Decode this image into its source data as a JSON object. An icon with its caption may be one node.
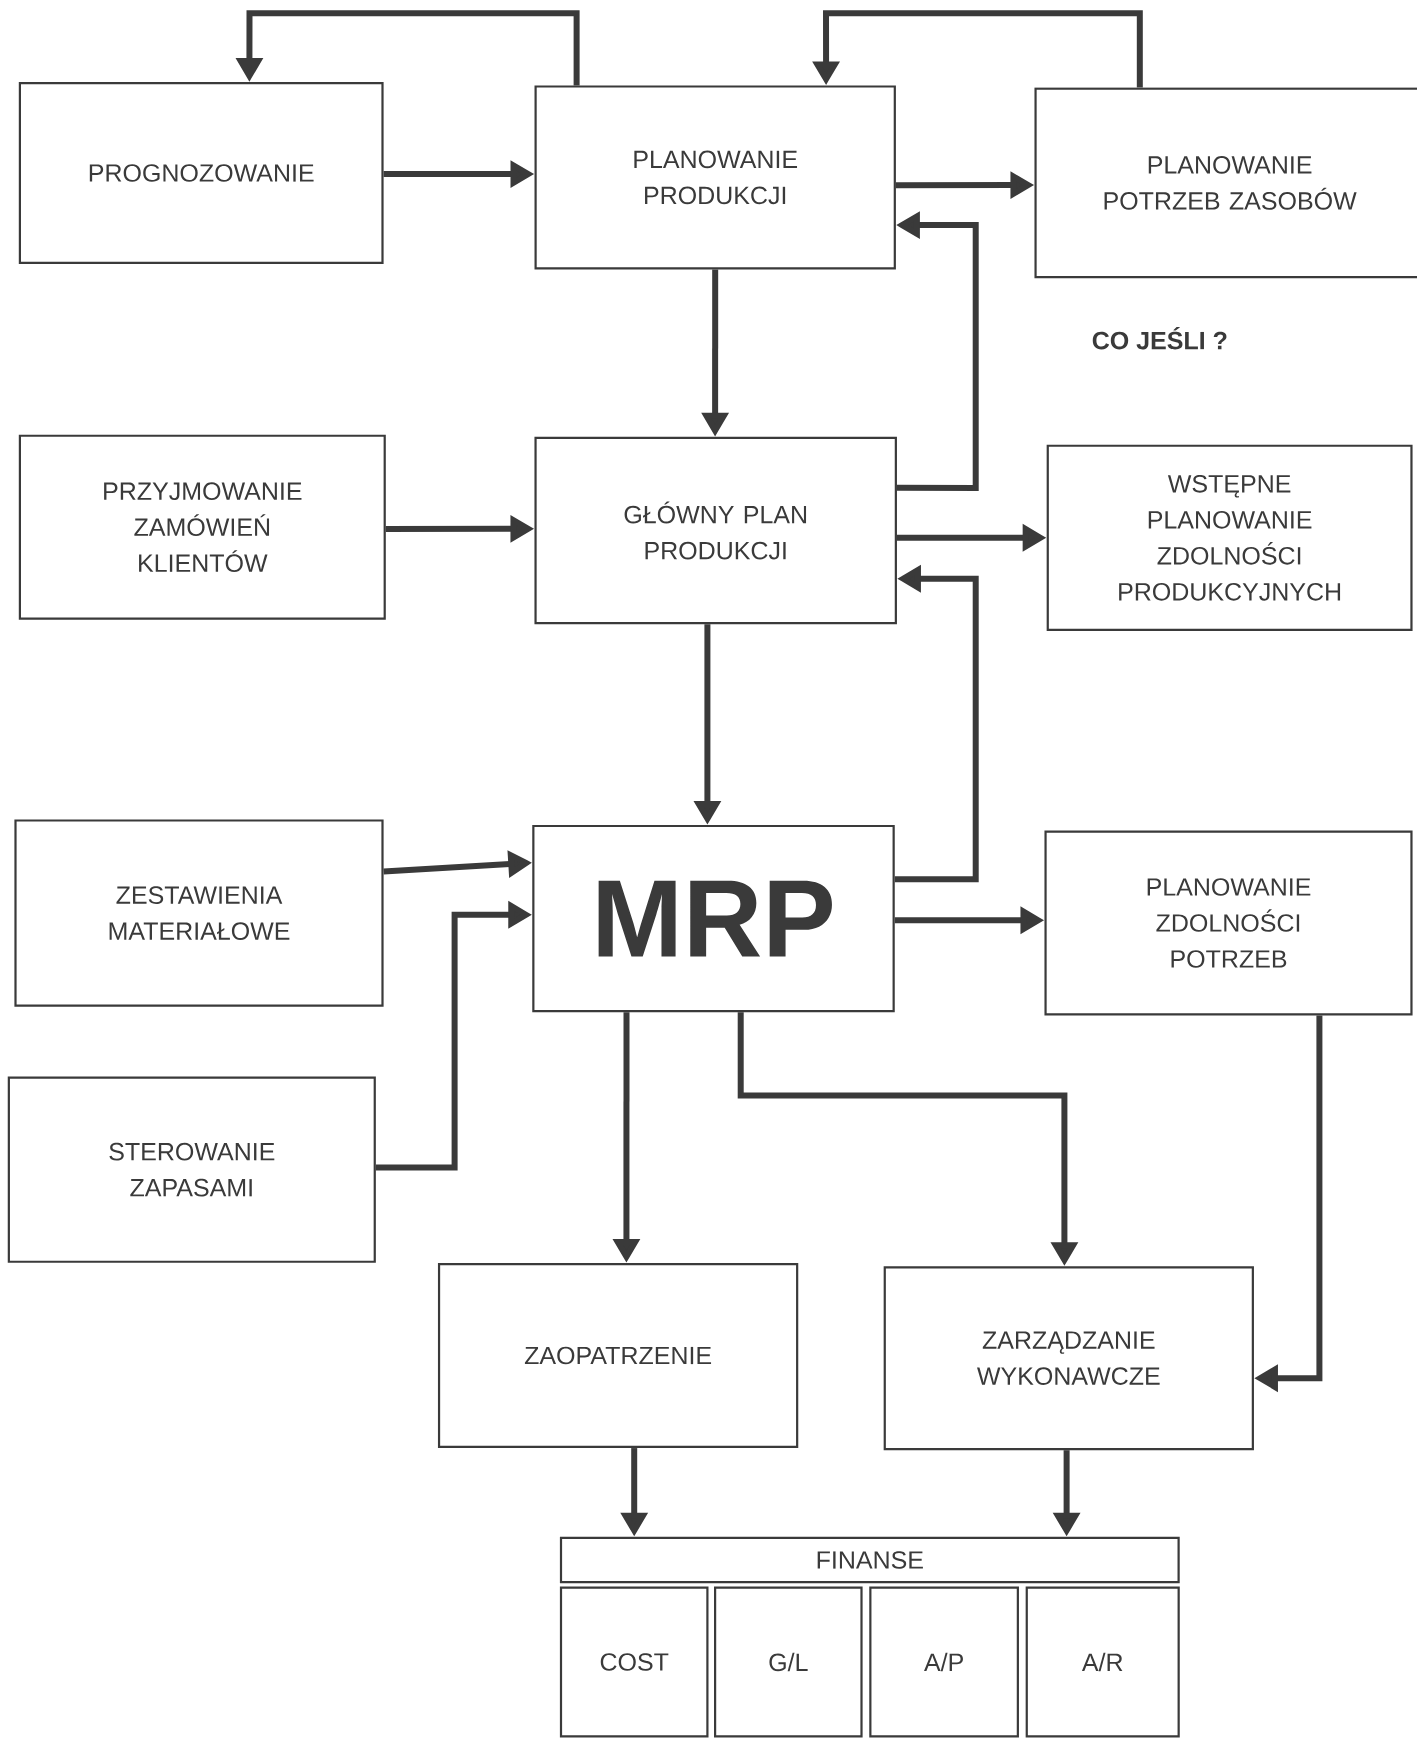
{
  "diagram": {
    "nodes": [
      {
        "text": [
          "PROGNOZOWANIE"
        ]
      },
      {
        "text": [
          "PLANOWANIE PRODUKCJI"
        ]
      },
      {
        "text": [
          "PLANOWANIE POTRZEB ZASOBÓW"
        ]
      },
      {
        "text": [
          "PRZYJMOWANIE ZAMÓWIEŃ KLIENTÓW"
        ]
      },
      {
        "text": [
          "GŁÓWNY PLAN PRODUKCJI"
        ]
      },
      {
        "text": [
          "WSTĘPNE PLANOWANIE ZDOLNOŚCI PRODUKCYJNYCH"
        ]
      },
      {
        "text": [
          "ZESTAWIENIA MATERIAŁOWE"
        ]
      },
      {
        "text": [
          "MRP"
        ]
      },
      {
        "text": [
          "PLANOWANIE ZDOLNOŚCI POTRZEB"
        ]
      },
      {
        "text": [
          "STEROWANIE ZAPASAMI"
        ]
      },
      {
        "text": [
          "ZAOPATRZENIE"
        ]
      },
      {
        "text": [
          "ZARZĄDZANIE WYKONAWCZE"
        ]
      },
      {
        "text": [
          "FINANSE"
        ]
      },
      {
        "text": [
          "COST"
        ]
      },
      {
        "text": [
          "G/L"
        ]
      },
      {
        "text": [
          "A/P"
        ]
      },
      {
        "text": [
          "A/R"
        ]
      }
    ],
    "edges": [
      {
        "from": 1,
        "to": 0,
        "arrow": "to"
      },
      {
        "from": 2,
        "to": 1,
        "arrow": "to"
      },
      {
        "from": 0,
        "to": 1,
        "arrow": "to"
      },
      {
        "from": 1,
        "to": 2,
        "arrow": "to"
      },
      {
        "from": 1,
        "to": 4,
        "arrow": "to"
      },
      {
        "from": 4,
        "to": 1,
        "arrow": "to"
      },
      {
        "from": 3,
        "to": 4,
        "arrow": "to"
      },
      {
        "from": 4,
        "to": 5,
        "arrow": "to"
      },
      {
        "from": 4,
        "to": 7,
        "arrow": "to"
      },
      {
        "from": 7,
        "to": 4,
        "arrow": "to"
      },
      {
        "from": 6,
        "to": 7,
        "arrow": "to"
      },
      {
        "from": 9,
        "to": 7,
        "arrow": "to"
      },
      {
        "from": 7,
        "to": 8,
        "arrow": "to"
      },
      {
        "from": 7,
        "to": 10,
        "arrow": "to"
      },
      {
        "from": 7,
        "to": 11,
        "arrow": "to"
      },
      {
        "from": 8,
        "to": 11,
        "arrow": "to"
      },
      {
        "from": 10,
        "to": 12,
        "arrow": "to"
      },
      {
        "from": 11,
        "to": 12,
        "arrow": "to"
      }
    ],
    "labels": [
      "CO JEŚLI ?"
    ]
  }
}
